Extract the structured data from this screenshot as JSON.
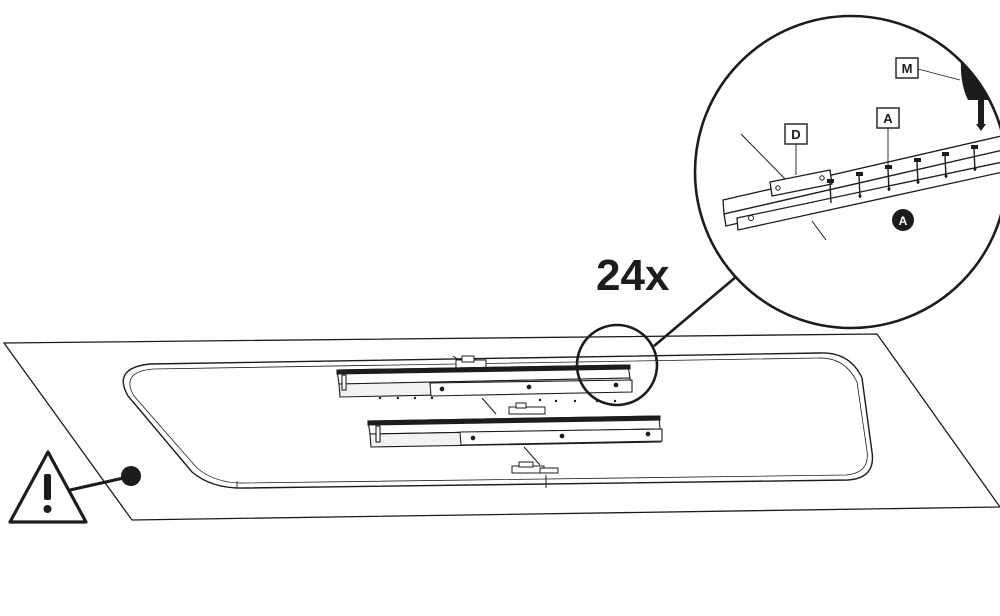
{
  "quantity_label": "24x",
  "detail_labels": {
    "screw_driver": "M",
    "bracket": "D",
    "screw": "A"
  },
  "callout_badge": "A",
  "icons": {
    "warning": "warning-triangle-icon",
    "driver": "screwdriver-icon"
  },
  "colors": {
    "line": "#1c1c1c",
    "badge": "#1c1c1c",
    "background": "#ffffff"
  }
}
